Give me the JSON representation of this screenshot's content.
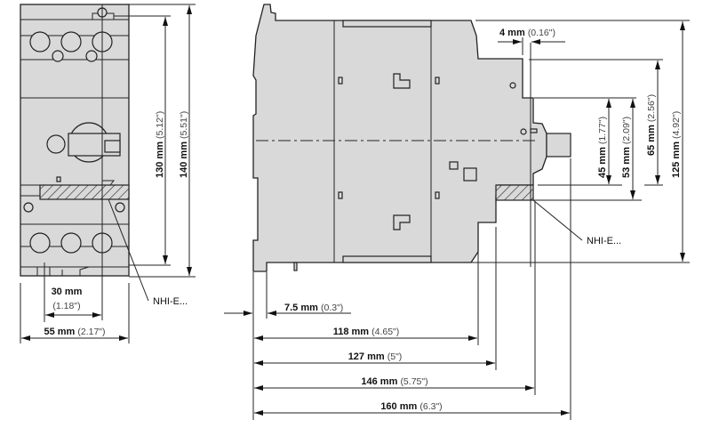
{
  "front_view": {
    "dim_height_inner": {
      "mm": "130 mm",
      "in": "(5.12\")"
    },
    "dim_height_total": {
      "mm": "140 mm",
      "in": "(5.51\")"
    },
    "dim_width_mount": {
      "mm": "30 mm",
      "in": "(1.18\")"
    },
    "dim_width_total": {
      "mm": "55 mm",
      "in": "(2.17\")"
    },
    "accessory_label": "NHI-E..."
  },
  "side_view": {
    "dim_offset_top": {
      "mm": "4 mm",
      "in": "(0.16\")"
    },
    "dim_45": {
      "mm": "45 mm",
      "in": "(1.77\")"
    },
    "dim_53": {
      "mm": "53 mm",
      "in": "(2.09\")"
    },
    "dim_65": {
      "mm": "65 mm",
      "in": "(2.56\")"
    },
    "dim_125": {
      "mm": "125 mm",
      "in": "(4.92\")"
    },
    "dim_7_5": {
      "mm": "7.5 mm",
      "in": "(0.3\")"
    },
    "dim_118": {
      "mm": "118 mm",
      "in": "(4.65\")"
    },
    "dim_127": {
      "mm": "127 mm",
      "in": "(5\")"
    },
    "dim_146": {
      "mm": "146 mm",
      "in": "(5.75\")"
    },
    "dim_160": {
      "mm": "160 mm",
      "in": "(6.3\")"
    },
    "accessory_label": "NHI-E..."
  }
}
